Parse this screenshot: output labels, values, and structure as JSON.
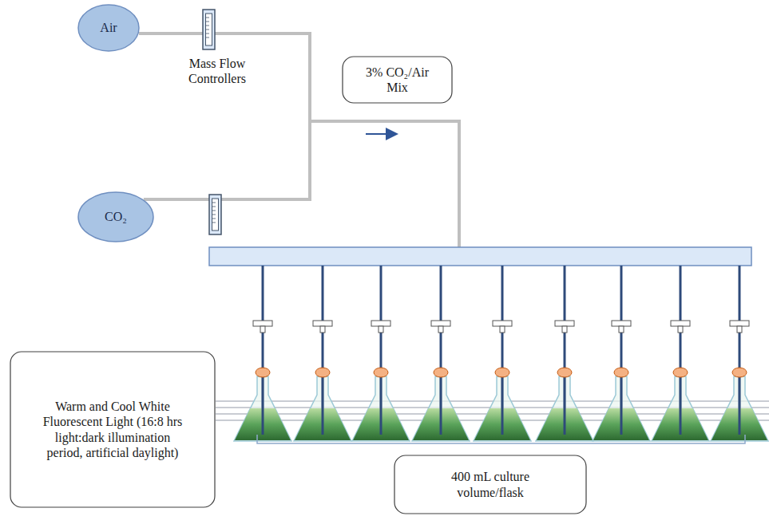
{
  "diagram": {
    "nodes": [
      {
        "text": [
          "Air"
        ]
      },
      {
        "text": [
          "CO₂"
        ]
      },
      {
        "text": [
          "3% CO₂/Air Mix"
        ]
      },
      {
        "text": [
          "Warm and Cool White Fluorescent Light (16:8 hrs light:dark illumination period, artificial daylight)"
        ]
      },
      {
        "text": [
          "400 mL culture volume/flask"
        ]
      }
    ],
    "edges": [
      {
        "from": 0,
        "to": 1,
        "arrow": "none"
      }
    ],
    "labels": [
      "Mass Flow Controllers"
    ]
  }
}
